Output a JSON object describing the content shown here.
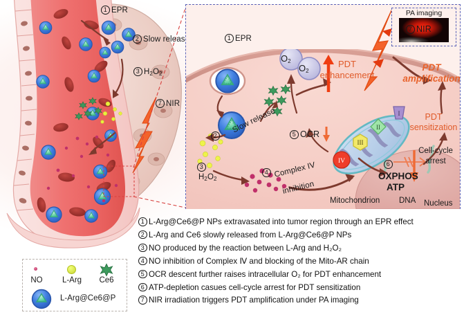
{
  "panel": {
    "epr": {
      "num": "1",
      "label": "EPR"
    },
    "slow_release": {
      "num": "2",
      "label": "Slow release"
    },
    "h2o2": {
      "num": "3",
      "label": "H",
      "sub1": "2",
      "mid": "O",
      "sub2": "2"
    },
    "complex_iv": {
      "num": "4",
      "label": "Complex IV",
      "label2": "inhibition"
    },
    "ocr": {
      "num": "5",
      "label": "OCR"
    },
    "oxphos": {
      "num": "6",
      "label": "OXPHOS",
      "label2": "ATP"
    },
    "nir": {
      "num": "7",
      "label": "NIR"
    },
    "o2_a": "O",
    "o2_a_sub": "2",
    "o2_b": "O",
    "o2_b_sub": "2",
    "pdt_enhancement_l1": "PDT",
    "pdt_enhancement_l2": "enhancement",
    "pdt_amplification_l1": "PDT",
    "pdt_amplification_l2": "amplification",
    "pdt_sensitization_l1": "PDT",
    "pdt_sensitization_l2": "sensitization",
    "cell_cycle_l1": "Cell-cycle",
    "cell_cycle_l2": "arrest",
    "mitochondrion": "Mitochondrion",
    "dna": "DNA",
    "nucleus": "Nucleus",
    "complexes": [
      "I",
      "II",
      "III",
      "IV"
    ]
  },
  "pa_inset": {
    "caption": "PA imaging"
  },
  "tissue": {
    "epr": {
      "num": "1",
      "label": "EPR"
    },
    "slow_release": {
      "num": "2",
      "label": "Slow release"
    },
    "h2o2": {
      "num": "3",
      "label": "H",
      "sub1": "2",
      "mid": "O",
      "sub2": "2"
    },
    "nir": {
      "num": "7",
      "label": "NIR"
    }
  },
  "legend": {
    "no": "NO",
    "larg": "L-Arg",
    "ce6": "Ce6",
    "np": "L-Arg@Ce6@P"
  },
  "captions": [
    {
      "num": "1",
      "text": "L-Arg@Ce6@P NPs extravasated into tumor region through an EPR effect"
    },
    {
      "num": "2",
      "text": "L-Arg and Ce6 slowly released from L-Arg@Ce6@P NPs"
    },
    {
      "num": "3",
      "text": "NO produced by the reaction between L-Arg and H₂O₂"
    },
    {
      "num": "4",
      "text": "NO inhibition of Complex Ⅳ and blocking of the Mito-AR chain"
    },
    {
      "num": "5",
      "text": "OCR descent further raises intracellular O₂ for PDT enhancement"
    },
    {
      "num": "6",
      "text": "ATP-depletion casues cell-cycle arrest for PDT sensitization"
    },
    {
      "num": "7",
      "text": "NIR irradiation triggers PDT amplification under PA imaging"
    }
  ],
  "colors": {
    "accent_orange": "#e05b2a",
    "panel_border": "#5b63b8",
    "cell_fill": "#f6cfc9",
    "arrow_brown": "#7d3a2e",
    "no_pink": "#c0306a",
    "larg_yellow": "#e8f03c",
    "ce6_green": "#3d9a5d"
  }
}
